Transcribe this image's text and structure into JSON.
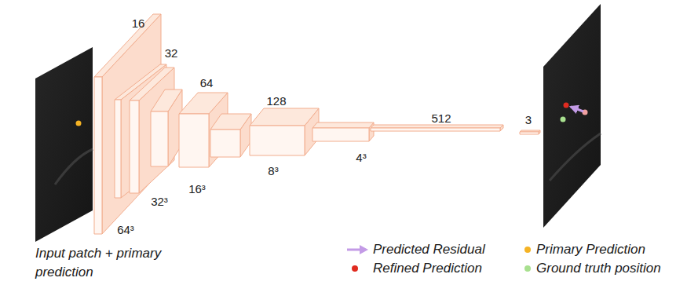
{
  "diagram": {
    "labels": [
      "16",
      "32",
      "64",
      "128",
      "512",
      "3",
      "64³",
      "32³",
      "16³",
      "8³",
      "4³",
      "Input patch + primary prediction"
    ],
    "legend": [
      {
        "text": "Predicted Residual"
      },
      {
        "text": "Primary Prediction",
        "color": "#f5b324"
      },
      {
        "text": "Refined Prediction",
        "color": "#e02b20"
      },
      {
        "text": "Ground truth position",
        "color": "#a8e08f"
      }
    ]
  }
}
